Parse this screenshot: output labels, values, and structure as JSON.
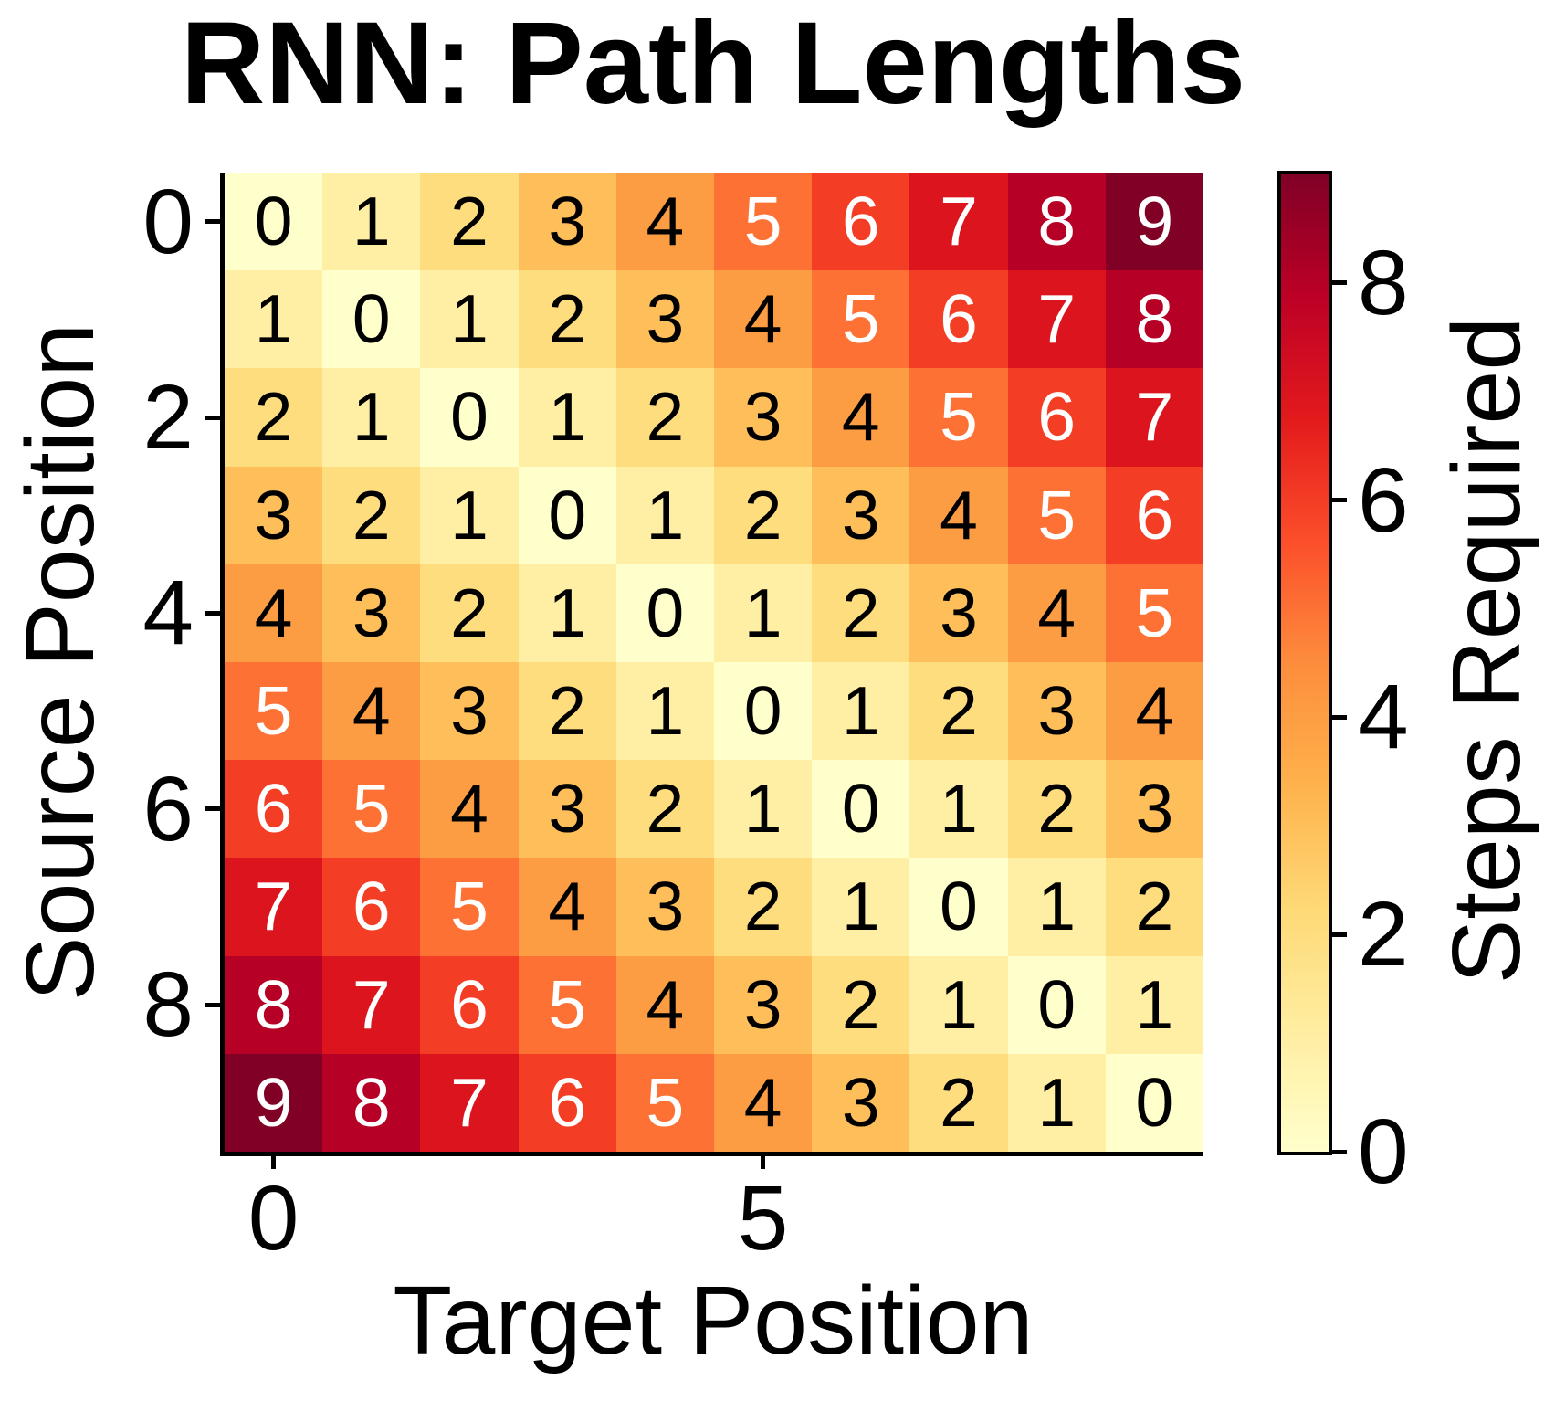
{
  "figure": {
    "background": "#ffffff"
  },
  "chart_data": {
    "type": "heatmap",
    "title": "RNN: Path Lengths",
    "xlabel": "Target Position",
    "ylabel": "Source Position",
    "colorbar_label": "Steps Required",
    "rows": 10,
    "cols": 10,
    "matrix": [
      [
        0,
        1,
        2,
        3,
        4,
        5,
        6,
        7,
        8,
        9
      ],
      [
        1,
        0,
        1,
        2,
        3,
        4,
        5,
        6,
        7,
        8
      ],
      [
        2,
        1,
        0,
        1,
        2,
        3,
        4,
        5,
        6,
        7
      ],
      [
        3,
        2,
        1,
        0,
        1,
        2,
        3,
        4,
        5,
        6
      ],
      [
        4,
        3,
        2,
        1,
        0,
        1,
        2,
        3,
        4,
        5
      ],
      [
        5,
        4,
        3,
        2,
        1,
        0,
        1,
        2,
        3,
        4
      ],
      [
        6,
        5,
        4,
        3,
        2,
        1,
        0,
        1,
        2,
        3
      ],
      [
        7,
        6,
        5,
        4,
        3,
        2,
        1,
        0,
        1,
        2
      ],
      [
        8,
        7,
        6,
        5,
        4,
        3,
        2,
        1,
        0,
        1
      ],
      [
        9,
        8,
        7,
        6,
        5,
        4,
        3,
        2,
        1,
        0
      ]
    ],
    "x_tick_cols": [
      0,
      5
    ],
    "x_tick_labels": [
      "0",
      "5"
    ],
    "y_tick_rows": [
      0,
      2,
      4,
      6,
      8
    ],
    "y_tick_labels": [
      "0",
      "2",
      "4",
      "6",
      "8"
    ],
    "colorbar_tick_values": [
      0,
      2,
      4,
      6,
      8
    ],
    "colorbar_tick_labels": [
      "0",
      "2",
      "4",
      "6",
      "8"
    ],
    "vmin": 0,
    "vmax": 9,
    "colormap_name": "YlOrRd",
    "colormap_anchors": [
      "#ffffcc",
      "#ffeda0",
      "#fed976",
      "#feb24c",
      "#fd8d3c",
      "#fc4e2a",
      "#e31a1c",
      "#bd0026",
      "#800026"
    ],
    "value_colors": [
      "#ffffcc",
      "#ffefa5",
      "#fedd7f",
      "#febf5a",
      "#fd9d43",
      "#fd7134",
      "#f43d25",
      "#db141e",
      "#b60026",
      "#800026"
    ],
    "annotation_text_threshold": 5,
    "annotation_color_low": "#000000",
    "annotation_color_high": "#ffffff",
    "axis_color": "#000000",
    "legend_position": "right-colorbar",
    "grid": false
  }
}
